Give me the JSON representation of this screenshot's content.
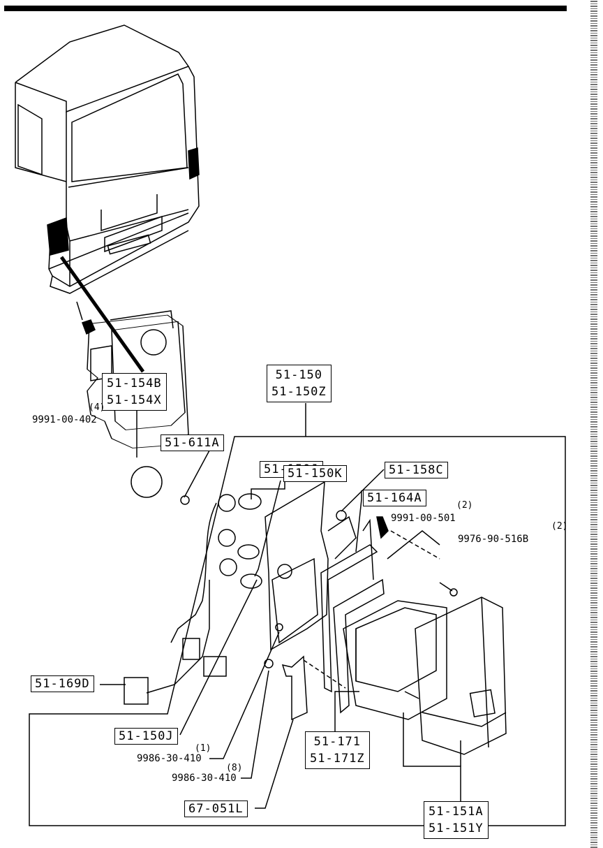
{
  "parts": {
    "housing": [
      "51-154B",
      "51-154X"
    ],
    "lamp_assy": [
      "51-150",
      "51-150Z"
    ],
    "screw_top": "51-611A",
    "bulb_j": "51-150J",
    "bulb_k": "51-150K",
    "gasket_c": "51-158C",
    "seal_a": "51-164A",
    "harness": "51-169D",
    "bulb_j_bottom": "51-150J",
    "packing": [
      "51-171",
      "51-171Z"
    ],
    "lens": [
      "51-151A",
      "51-151Y"
    ],
    "bracket": "67-051L"
  },
  "fasteners": {
    "f1": {
      "qty": "(4)",
      "code": "9991-00-402"
    },
    "f2": {
      "qty": "(2)",
      "code": "9991-00-501"
    },
    "f3": {
      "qty": "(2)",
      "code": "9976-90-516B"
    },
    "f4": {
      "qty": "(1)",
      "code": "9986-30-410"
    },
    "f5": {
      "qty": "(8)",
      "code": "9986-30-410"
    }
  }
}
